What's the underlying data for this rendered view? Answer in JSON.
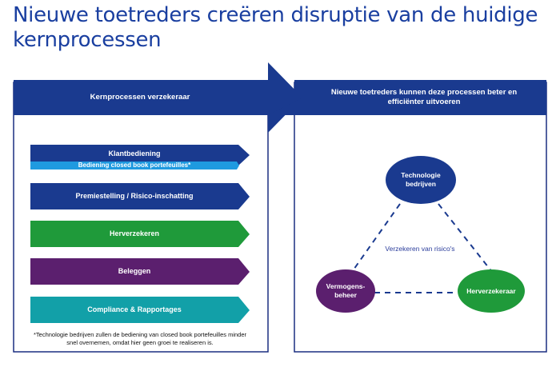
{
  "title": "Nieuwe toetreders creëren disruptie van de huidige kernprocessen",
  "left_panel": {
    "header": "Kernprocessen verzekeraar",
    "processes": [
      {
        "label": "Klantbediening",
        "color": "#1a3a8f"
      },
      {
        "label": "Bediening closed book portefeuilles*",
        "color": "#1f9ae0"
      },
      {
        "label": "Premiestelling / Risico-inschatting",
        "color": "#1a3a8f"
      },
      {
        "label": "Herverzekeren",
        "color": "#1f9a3a"
      },
      {
        "label": "Beleggen",
        "color": "#5b1f6e"
      },
      {
        "label": "Compliance & Rapportages",
        "color": "#12a0a8"
      }
    ],
    "footnote": "*Technologie bedrijven zullen de bediening van closed book portefeuilles minder snel overnemen, omdat hier geen groei te realiseren is."
  },
  "right_panel": {
    "header": "Nieuwe toetreders kunnen deze processen beter en efficiënter uitvoeren",
    "center_label": "Verzekeren van risico's",
    "nodes": [
      {
        "label": "Technologie bedrijven",
        "color": "#1a3a8f"
      },
      {
        "label": "Vermogens-beheer",
        "color": "#5b1f6e"
      },
      {
        "label": "Herverzekeraar",
        "color": "#1f9a3a"
      }
    ]
  },
  "colors": {
    "navy": "#1a3a8f",
    "border": "#1a2e80",
    "dash": "#1a3a8f"
  }
}
